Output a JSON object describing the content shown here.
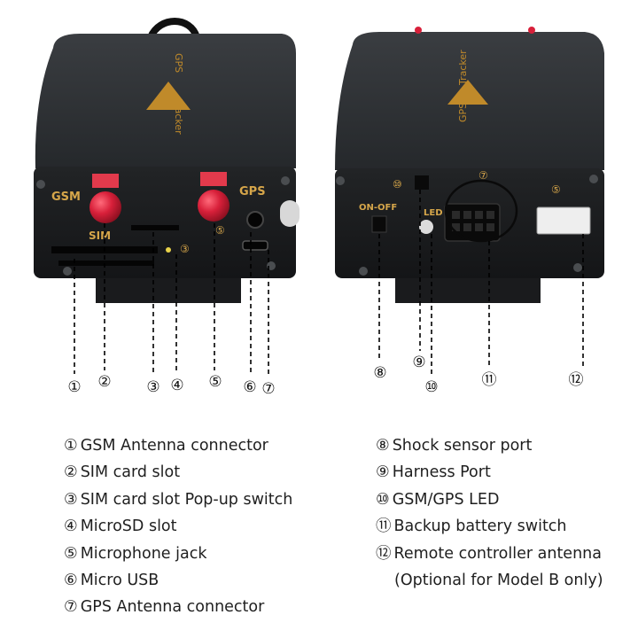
{
  "device_labels": {
    "gsm": "GSM",
    "sim": "SIM",
    "gps": "GPS",
    "on_off": "ON-OFF",
    "led": "LED",
    "brand_gps": "GPS",
    "brand_tracker": "Tracker"
  },
  "callouts": [
    {
      "num": "①"
    },
    {
      "num": "②"
    },
    {
      "num": "③"
    },
    {
      "num": "④"
    },
    {
      "num": "⑤"
    },
    {
      "num": "⑥"
    },
    {
      "num": "⑦"
    },
    {
      "num": "⑧"
    },
    {
      "num": "⑨"
    },
    {
      "num": "⑩"
    },
    {
      "num": "⑪"
    },
    {
      "num": "⑫"
    }
  ],
  "device_markers": [
    "③",
    "⑤",
    "⑩",
    "⑦",
    "⑤"
  ],
  "legend_left": [
    {
      "num": "①",
      "text": "GSM Antenna connector"
    },
    {
      "num": "②",
      "text": "SIM card slot"
    },
    {
      "num": "③",
      "text": "SIM card slot Pop-up switch"
    },
    {
      "num": "④",
      "text": "MicroSD slot"
    },
    {
      "num": "⑤",
      "text": "Microphone jack"
    },
    {
      "num": "⑥",
      "text": "Micro USB"
    },
    {
      "num": "⑦",
      "text": "GPS Antenna connector"
    }
  ],
  "legend_right": [
    {
      "num": "⑧",
      "text": "Shock sensor port"
    },
    {
      "num": "⑨",
      "text": "Harness Port"
    },
    {
      "num": "⑩",
      "text": "GSM/GPS LED"
    },
    {
      "num": "⑪",
      "text": "Backup battery switch"
    },
    {
      "num": "⑫",
      "text": "Remote controller antenna"
    }
  ],
  "legend_note": "(Optional for Model B only)",
  "colors": {
    "body": "#2b2e31",
    "body_dark": "#16181a",
    "antenna": "#d8203a",
    "brand_gold": "#c08a2a"
  }
}
